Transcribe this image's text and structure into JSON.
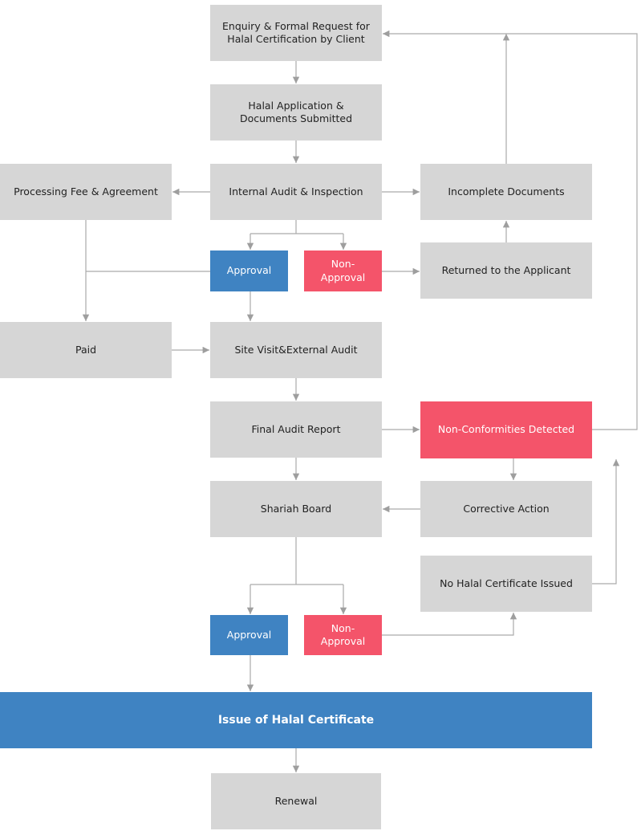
{
  "colors": {
    "box": "#d6d6d6",
    "approval": "#3f83c2",
    "non_approval": "#f4546a",
    "connector": "#aaaaaa",
    "text": "#222222"
  },
  "nodes": {
    "enquiry": "Enquiry & Formal Request for Halal Certification by Client",
    "application": "Halal Application & Documents Submitted",
    "processing_fee": "Processing Fee & Agreement",
    "internal_audit": "Internal Audit & Inspection",
    "incomplete_docs": "Incomplete Documents",
    "approval_1": "Approval",
    "non_approval_1": "Non-Approval",
    "returned": "Returned to the Applicant",
    "paid": "Paid",
    "site_visit": "Site Visit&External Audit",
    "final_report": "Final Audit Report",
    "non_conformities": "Non-Conformities Detected",
    "shariah_board": "Shariah Board",
    "corrective_action": "Corrective Action",
    "no_certificate": "No Halal Certificate Issued",
    "approval_2": "Approval",
    "non_approval_2": "Non-Approval",
    "issue_certificate": "Issue of Halal Certificate",
    "renewal": "Renewal"
  }
}
